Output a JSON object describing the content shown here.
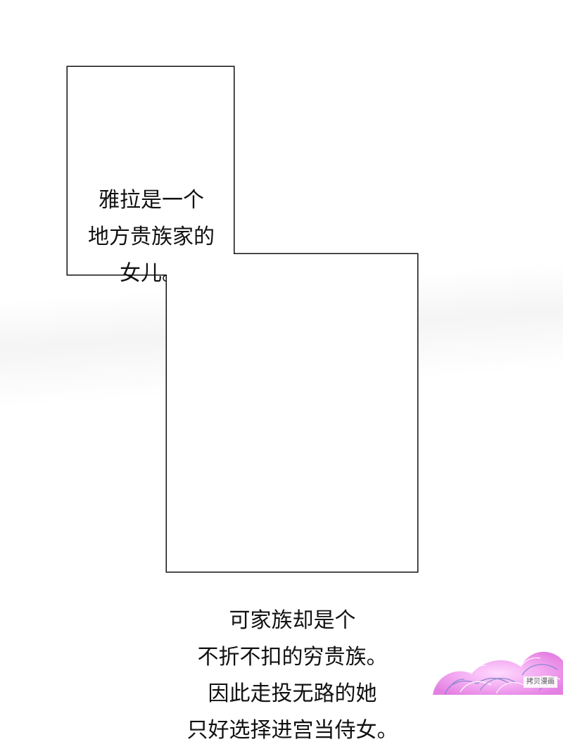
{
  "captions": [
    {
      "text": "雅拉是一个\n地方贵族家的\n女儿。"
    },
    {
      "text": "可家族却是个\n不折不扣的穷贵族。\n因此走投无路的她\n只好选择进宫当侍女。"
    }
  ],
  "watermark": {
    "text": "拷贝漫画"
  },
  "colors": {
    "border": "#111111",
    "flower": "#e58be4",
    "background": "#ffffff"
  }
}
